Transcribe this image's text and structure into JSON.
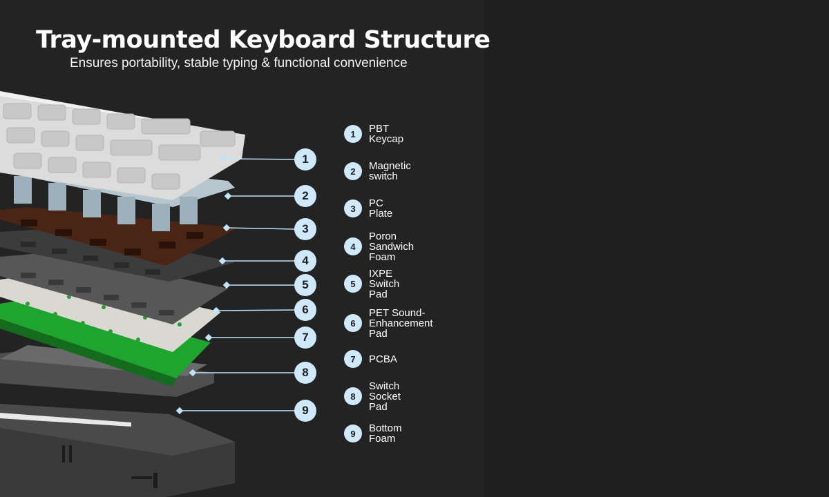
{
  "title": "Tray-mounted Keyboard Structure",
  "subtitle": "Ensures portability, stable typing & functional convenience",
  "colors": {
    "background": "#232324",
    "badge": "#cfe9fb",
    "leader_line": "#bfe3f7",
    "keycap": "#dcdcdc",
    "pc_plate": "#4a2414",
    "pcba": "#1fa52f",
    "pet_pad": "#d9d9d2"
  },
  "layers": [
    {
      "number": "1",
      "label": "PBT Keycap"
    },
    {
      "number": "2",
      "label": "Magnetic switch"
    },
    {
      "number": "3",
      "label": "PC Plate"
    },
    {
      "number": "4",
      "label": "Poron Sandwich Foam"
    },
    {
      "number": "5",
      "label": "IXPE Switch Pad"
    },
    {
      "number": "6",
      "label": "PET Sound-\nEnhancement Pad"
    },
    {
      "number": "7",
      "label": "PCBA"
    },
    {
      "number": "8",
      "label": "Switch Socket Pad"
    },
    {
      "number": "9",
      "label": "Bottom Foam"
    }
  ]
}
